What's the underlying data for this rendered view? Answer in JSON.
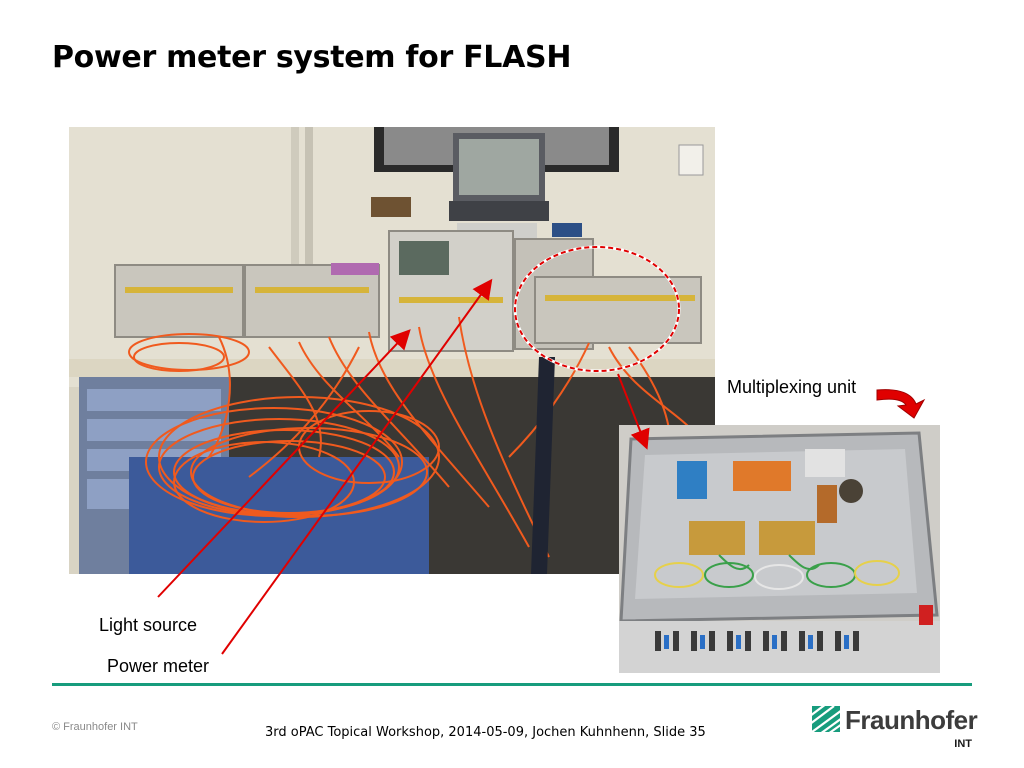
{
  "slide": {
    "title": "Power meter system for FLASH"
  },
  "callouts": {
    "light_source": "Light source",
    "power_meter": "Power meter",
    "multiplexing_unit": "Multiplexing unit"
  },
  "footer": {
    "copyright": "© Fraunhofer INT",
    "event_line": "3rd oPAC Topical Workshop, 2014-05-09, Jochen Kuhnhenn, Slide 35"
  },
  "logo": {
    "wordmark": "Fraunhofer",
    "subtitle": "INT"
  },
  "colors": {
    "accent": "#179c7d",
    "callout_line": "#e00000",
    "fiber_orange": "#f05a1e"
  },
  "icons": {
    "callout_arrow": "curved-red-arrow-icon",
    "logo_mark": "fraunhofer-logo-icon"
  }
}
